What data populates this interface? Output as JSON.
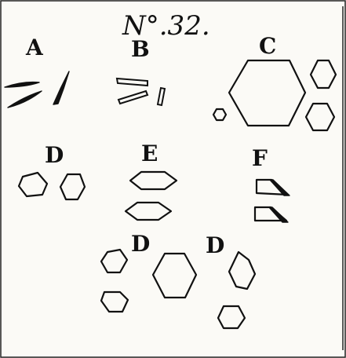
{
  "plate": {
    "title": "N°.32.",
    "figures": [
      {
        "label": "A"
      },
      {
        "label": "B"
      },
      {
        "label": "C"
      },
      {
        "label": "D"
      },
      {
        "label": "E"
      },
      {
        "label": "F"
      },
      {
        "label": "D"
      },
      {
        "label": "D"
      }
    ]
  }
}
